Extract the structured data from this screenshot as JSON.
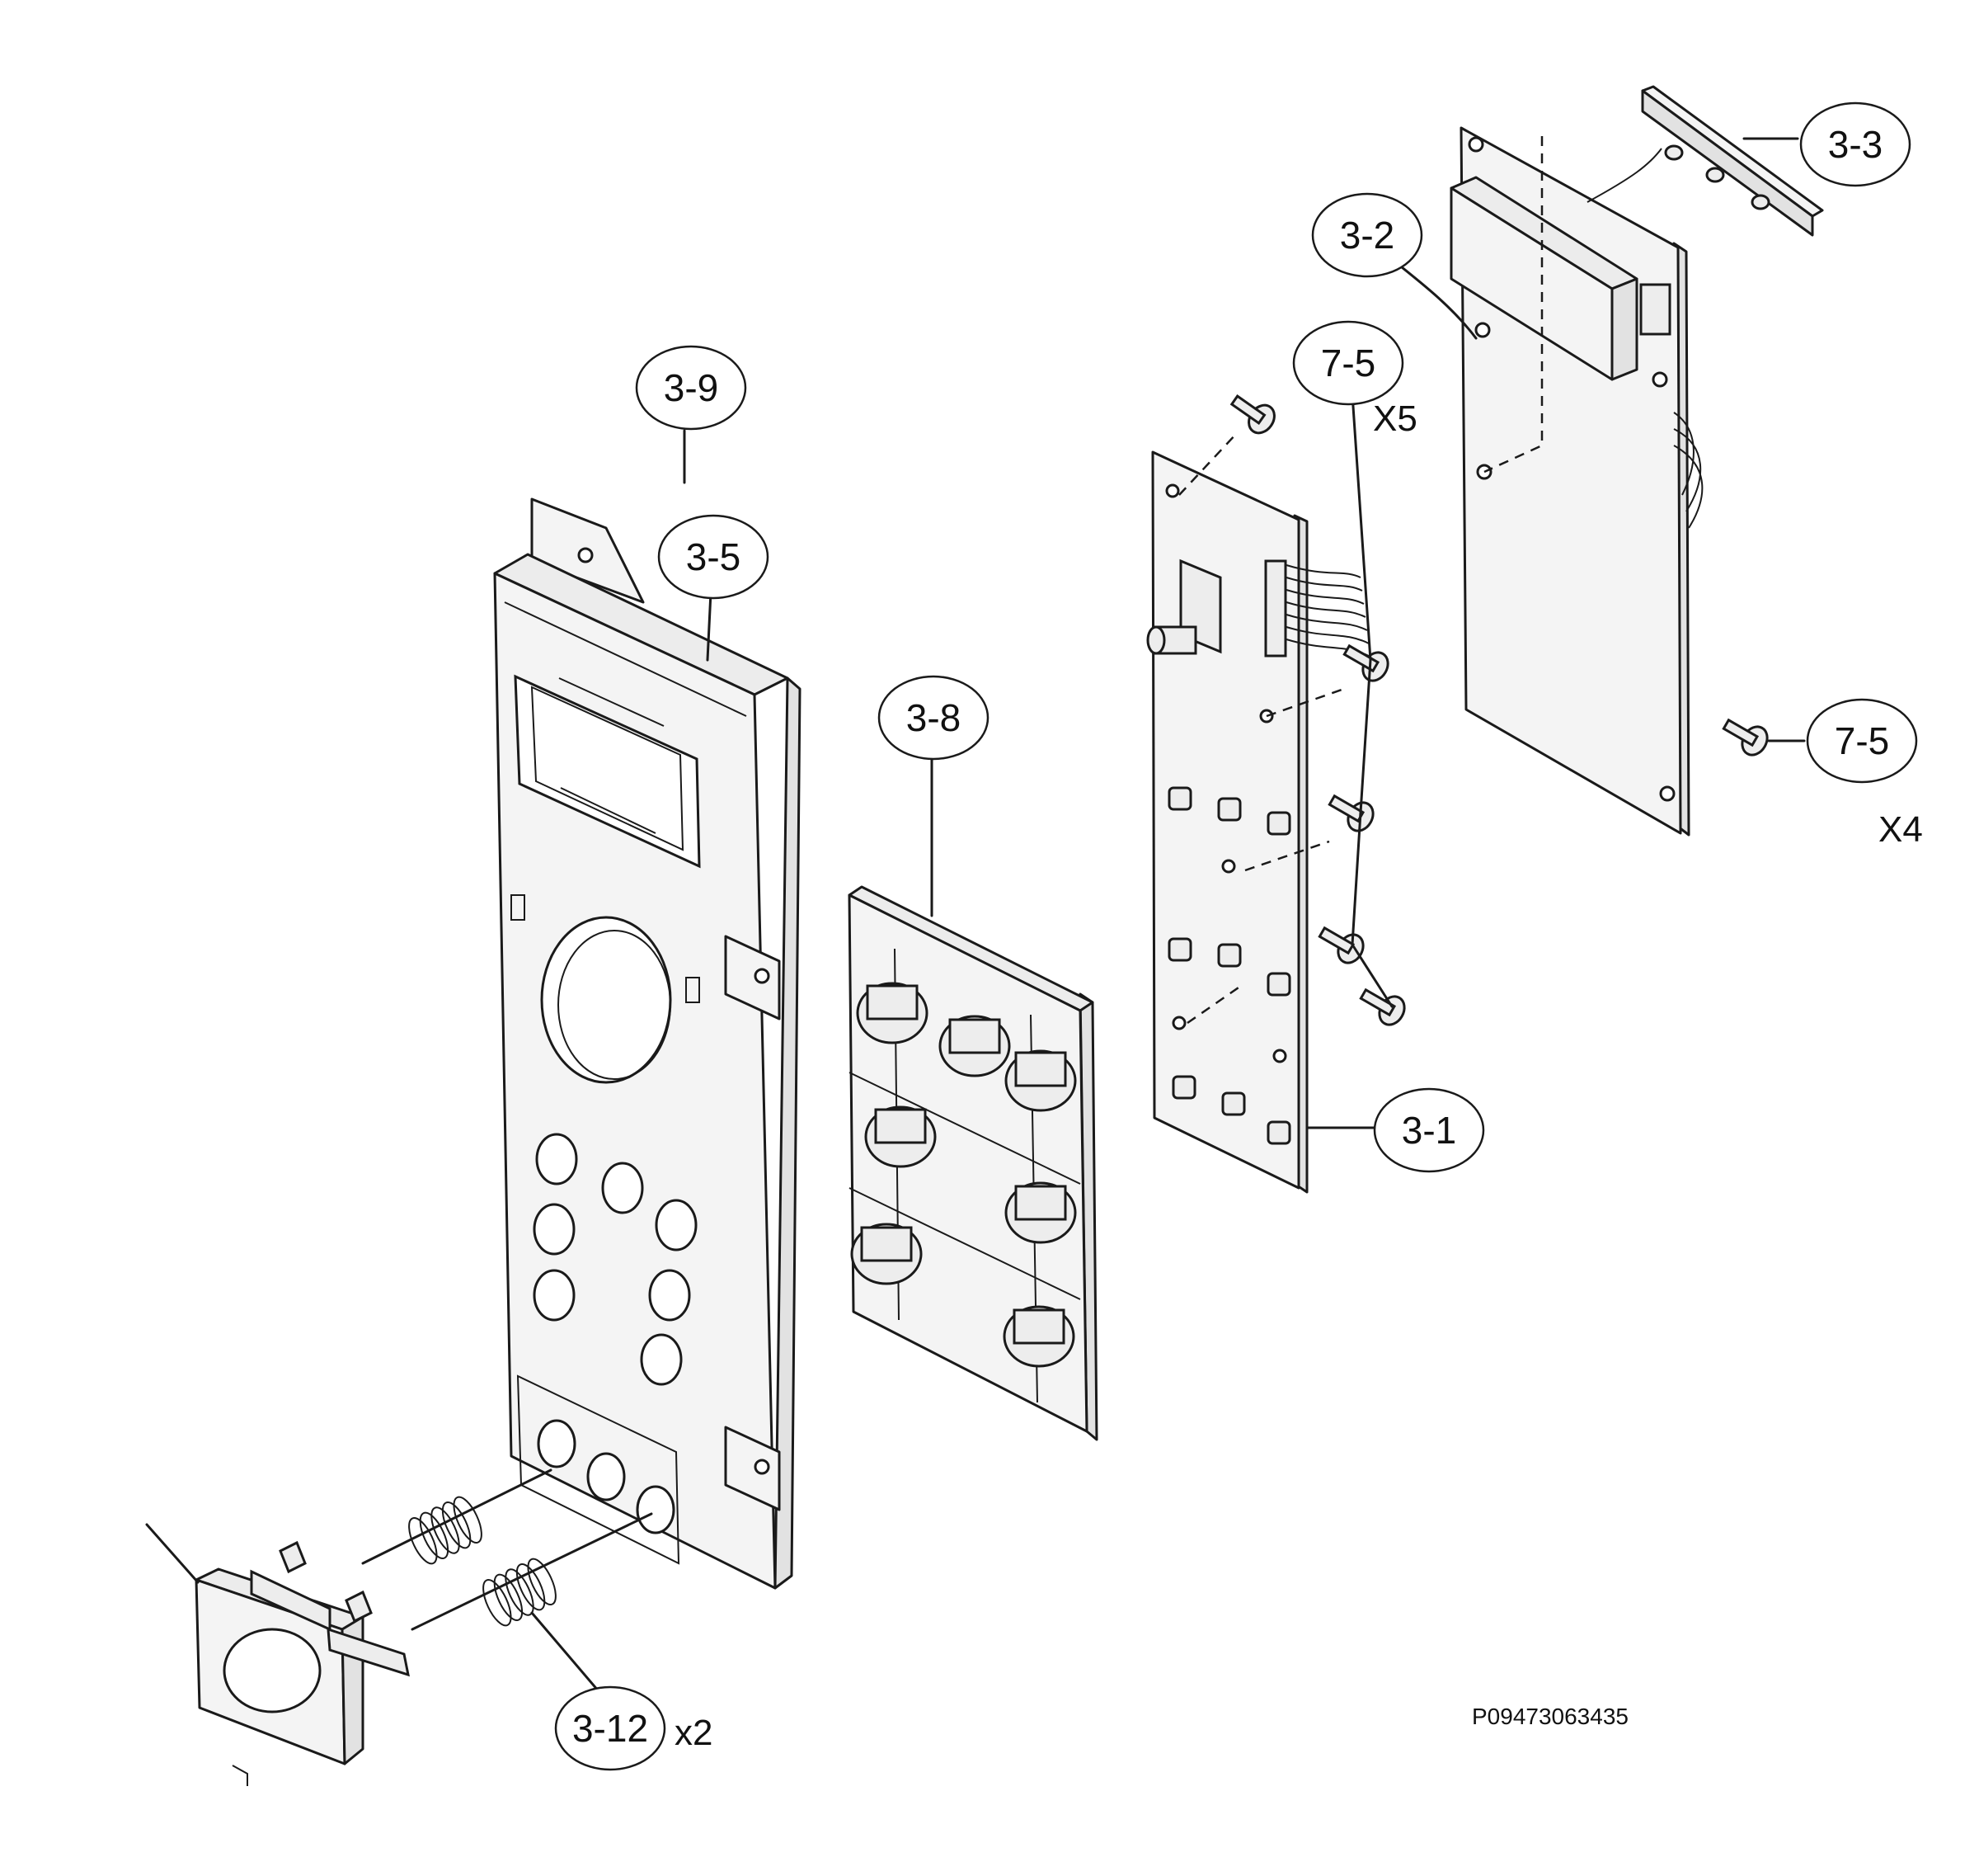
{
  "labels": {
    "p3_9": "3-9",
    "p3_5": "3-5",
    "p3_8": "3-8",
    "p3_2": "3-2",
    "p3_3": "3-3",
    "p7_5_top": "7-5",
    "p7_5_right": "7-5",
    "p3_1": "3-1",
    "p3_12": "3-12"
  },
  "quantities": {
    "x5": "X5",
    "x4": "X4",
    "x2": "x2"
  },
  "drawing_code": "P09473063435"
}
